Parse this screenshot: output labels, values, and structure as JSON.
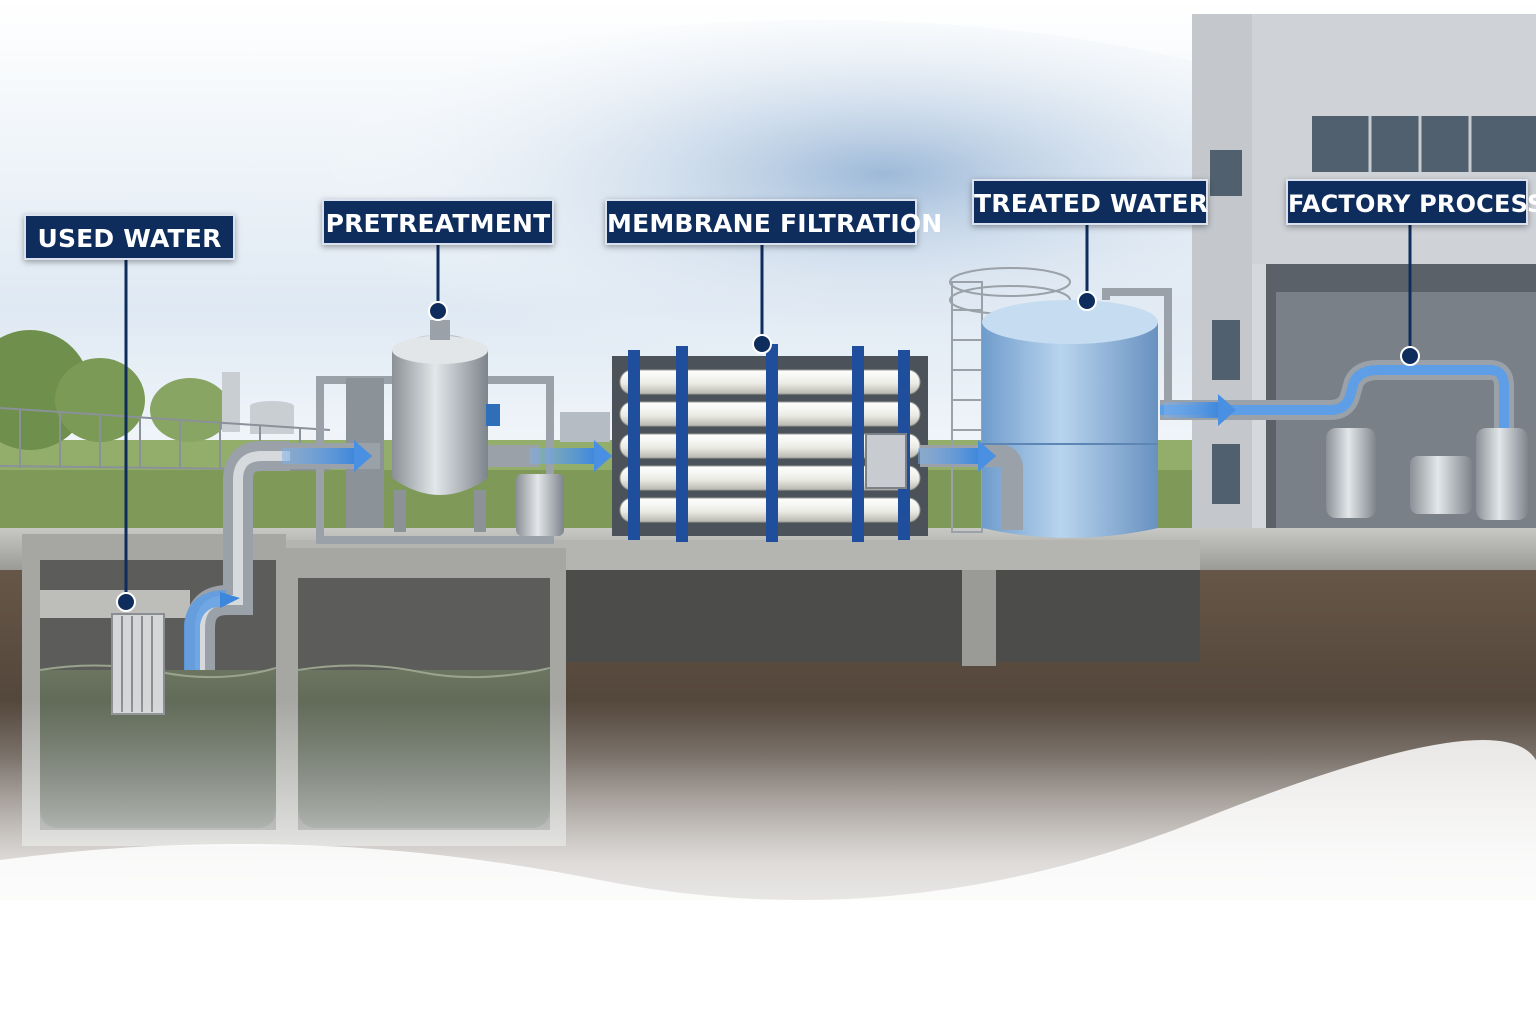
{
  "labels": {
    "used_water": "USED WATER",
    "pretreatment": "PRETREATMENT",
    "membrane_filtration": "MEMBRANE FILTRATION",
    "treated_water": "TREATED WATER",
    "factory_process": "FACTORY PROCESS"
  },
  "colors": {
    "label_bg": "#0f2d5c",
    "label_text": "#ffffff",
    "flow_arrow": "#4a90e2",
    "tank_blue": "#8fb8e0",
    "membrane_frame": "#1e4f9c",
    "water": "#4d5a48"
  },
  "icons": {
    "flow": "arrow-right-icon",
    "callout_dot": "filled-circle-icon"
  }
}
